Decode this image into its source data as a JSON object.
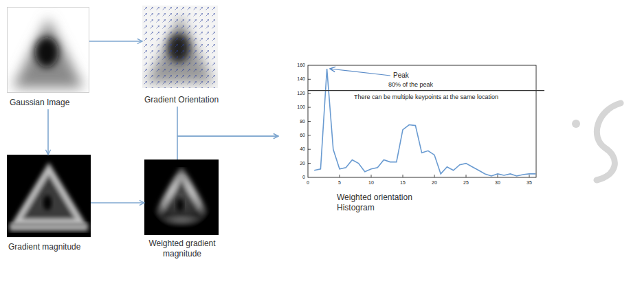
{
  "diagram": {
    "nodes": [
      {
        "text": [
          "Gaussian Image"
        ]
      },
      {
        "text": [
          "Gradient Orientation"
        ]
      },
      {
        "text": [
          "Gradient magnitude"
        ]
      },
      {
        "text": [
          "Weighted gradient magnitude"
        ]
      },
      {
        "text": [
          "Weighted orientation Histogram"
        ]
      }
    ],
    "edges": [
      {
        "from": 0,
        "to": 1,
        "arrow": "to"
      },
      {
        "from": 0,
        "to": 2,
        "arrow": "to"
      },
      {
        "from": 2,
        "to": 3,
        "arrow": "to"
      },
      {
        "from": 1,
        "to": 4,
        "arrow": "to"
      },
      {
        "from": 3,
        "to": 4,
        "arrow": "to"
      }
    ],
    "labels": [
      "Peak",
      "80% of the peak",
      "There can be multiple keypoints at the same location",
      "0",
      "20",
      "40",
      "60",
      "80",
      "100",
      "120",
      "140",
      "160",
      "0",
      "5",
      "10",
      "15",
      "20",
      "25",
      "30",
      "35"
    ]
  }
}
